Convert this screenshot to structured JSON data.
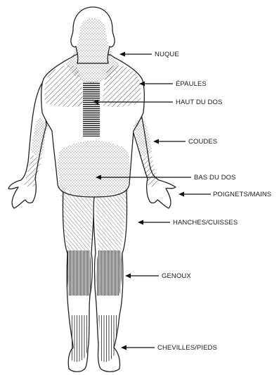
{
  "diagram": {
    "labels": {
      "neck": "NUQUE",
      "shoulders": "ÉPAULES",
      "upper_back": "HAUT DU DOS",
      "elbows": "COUDES",
      "lower_back": "BAS DU DOS",
      "wrists_hands": "POIGNETS/MAINS",
      "hips_thighs": "HANCHES/CUISSES",
      "knees": "GENOUX",
      "ankles_feet": "CHEVILLES/PIEDS"
    }
  },
  "colors": {
    "ink": "#1a1a1a",
    "background": "#ffffff"
  }
}
